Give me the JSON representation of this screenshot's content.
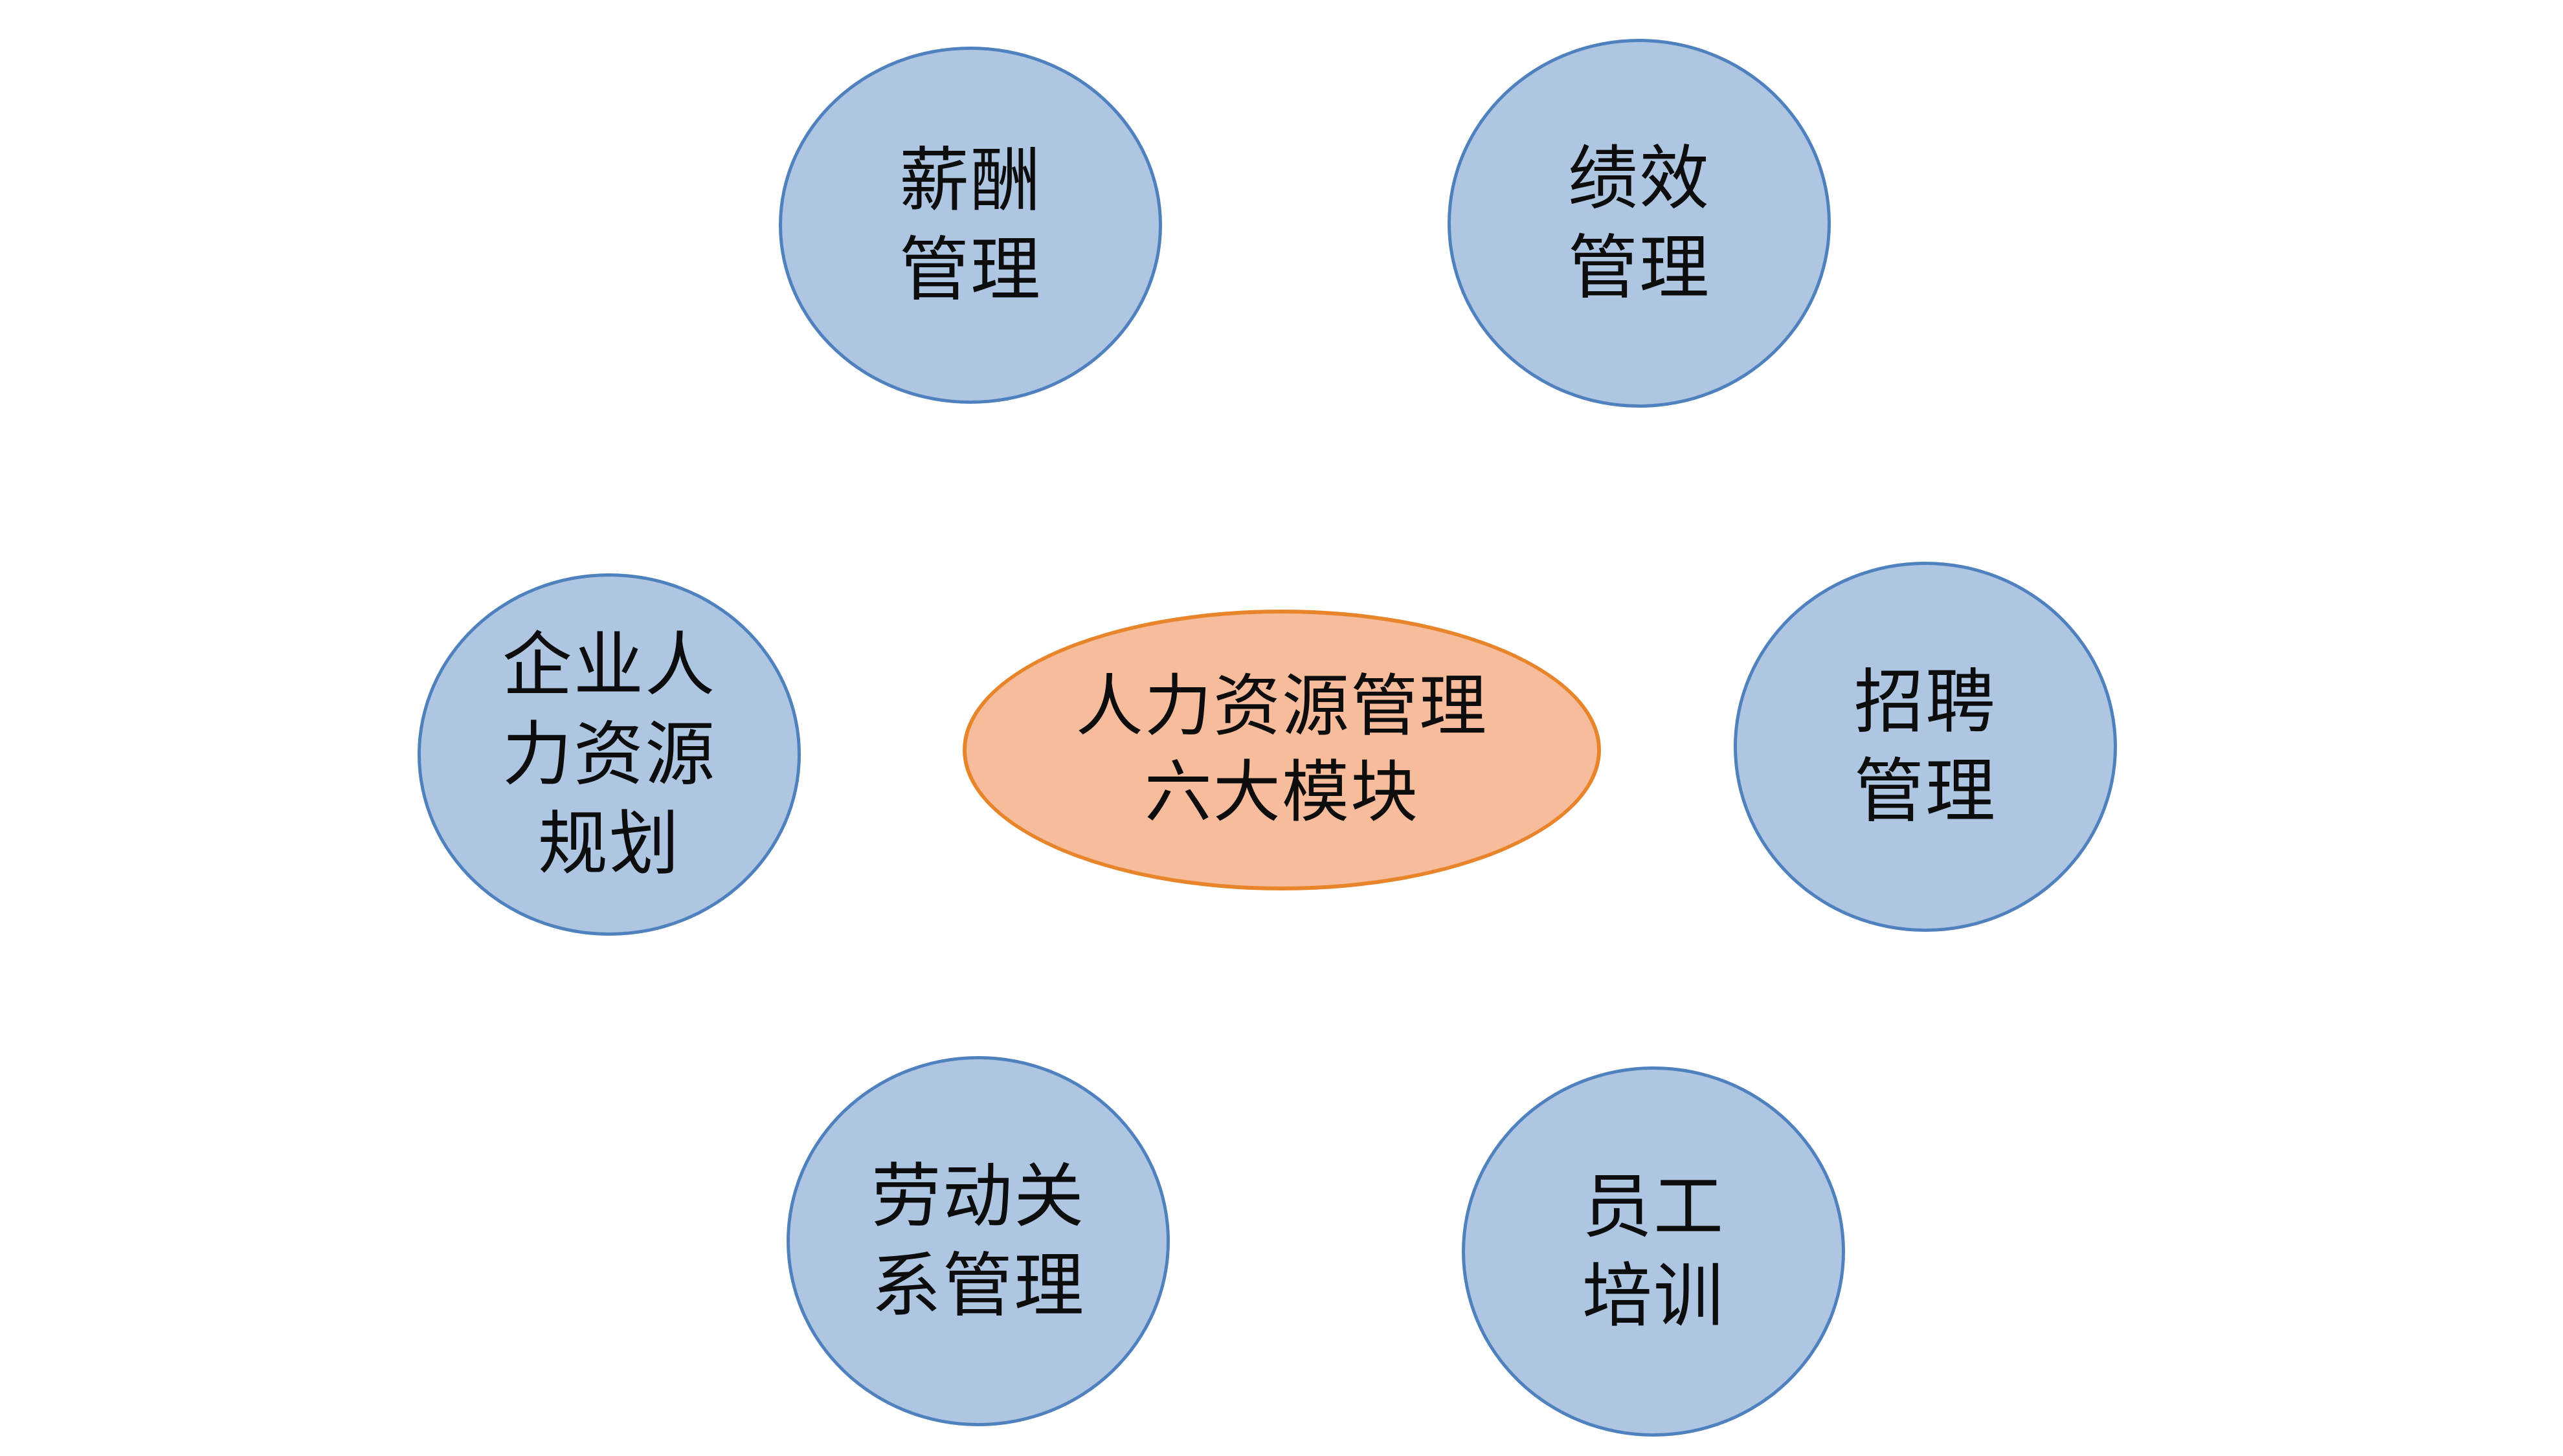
{
  "diagram": {
    "title": "人力资源管理六大模块",
    "type": "hub-and-spoke",
    "background_color": "#FFFFFF",
    "center": {
      "id": "hrm-core",
      "label": "人力资源管理\n六大模块",
      "shape": "ellipse",
      "fill_color": "#F6BC9C",
      "border_color": "#E8852B"
    },
    "satellite_style": {
      "shape": "circle",
      "fill_color": "#AFC6E3",
      "border_color": "#4E81BD",
      "text_color": "#0D0D0D"
    },
    "satellites": [
      {
        "id": "compensation",
        "label": "薪酬\n管理",
        "position": "top-left"
      },
      {
        "id": "performance",
        "label": "绩效\n管理",
        "position": "top-right"
      },
      {
        "id": "hr-planning",
        "label": "企业人\n力资源\n规划",
        "position": "middle-left"
      },
      {
        "id": "recruitment",
        "label": "招聘\n管理",
        "position": "middle-right"
      },
      {
        "id": "labor-relations",
        "label": "劳动关\n系管理",
        "position": "bottom-left"
      },
      {
        "id": "training",
        "label": "员工\n培训",
        "position": "bottom-right"
      }
    ]
  }
}
